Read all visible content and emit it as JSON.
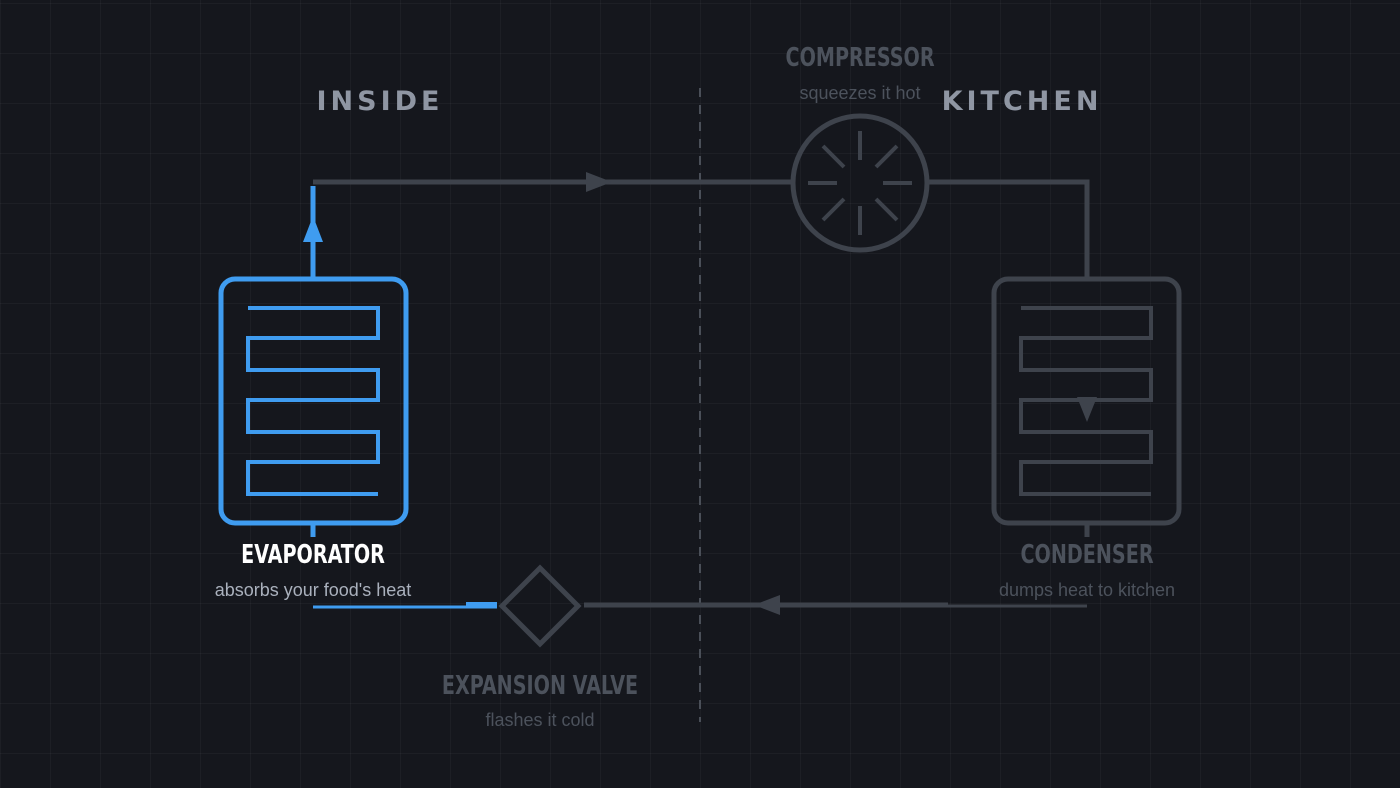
{
  "zones": {
    "inside": "INSIDE",
    "kitchen": "KITCHEN"
  },
  "components": {
    "compressor": {
      "title": "COMPRESSOR",
      "subtitle": "squeezes it hot"
    },
    "evaporator": {
      "title": "EVAPORATOR",
      "subtitle": "absorbs your food's heat"
    },
    "condenser": {
      "title": "CONDENSER",
      "subtitle": "dumps heat to kitchen"
    },
    "expansion_valve": {
      "title": "EXPANSION VALVE",
      "subtitle": "flashes it cold"
    }
  },
  "colors": {
    "background": "#15171d",
    "active": "#3f9cf0",
    "idle_line": "#3e434c",
    "idle_text": "#4c525c",
    "active_title": "#ffffff",
    "active_subtitle": "#aab1bd"
  },
  "active_component": "evaporator"
}
